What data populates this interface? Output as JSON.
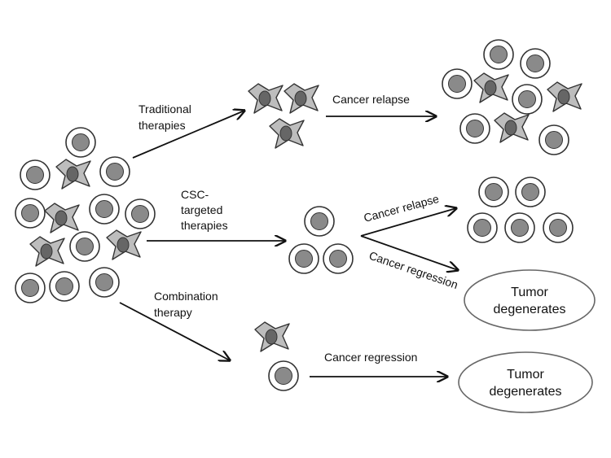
{
  "labels": {
    "traditional_l1": "Traditional",
    "traditional_l2": "therapies",
    "csc_l1": "CSC-",
    "csc_l2": "targeted",
    "csc_l3": "therapies",
    "combination_l1": "Combination",
    "combination_l2": "therapy",
    "relapse_top": "Cancer relapse",
    "relapse_mid": "Cancer relapse",
    "regression_mid": "Cancer regression",
    "regression_bottom": "Cancer regression"
  },
  "outcomes": {
    "mid_l1": "Tumor",
    "mid_l2": "degenerates",
    "bottom_l1": "Tumor",
    "bottom_l2": "degenerates"
  }
}
